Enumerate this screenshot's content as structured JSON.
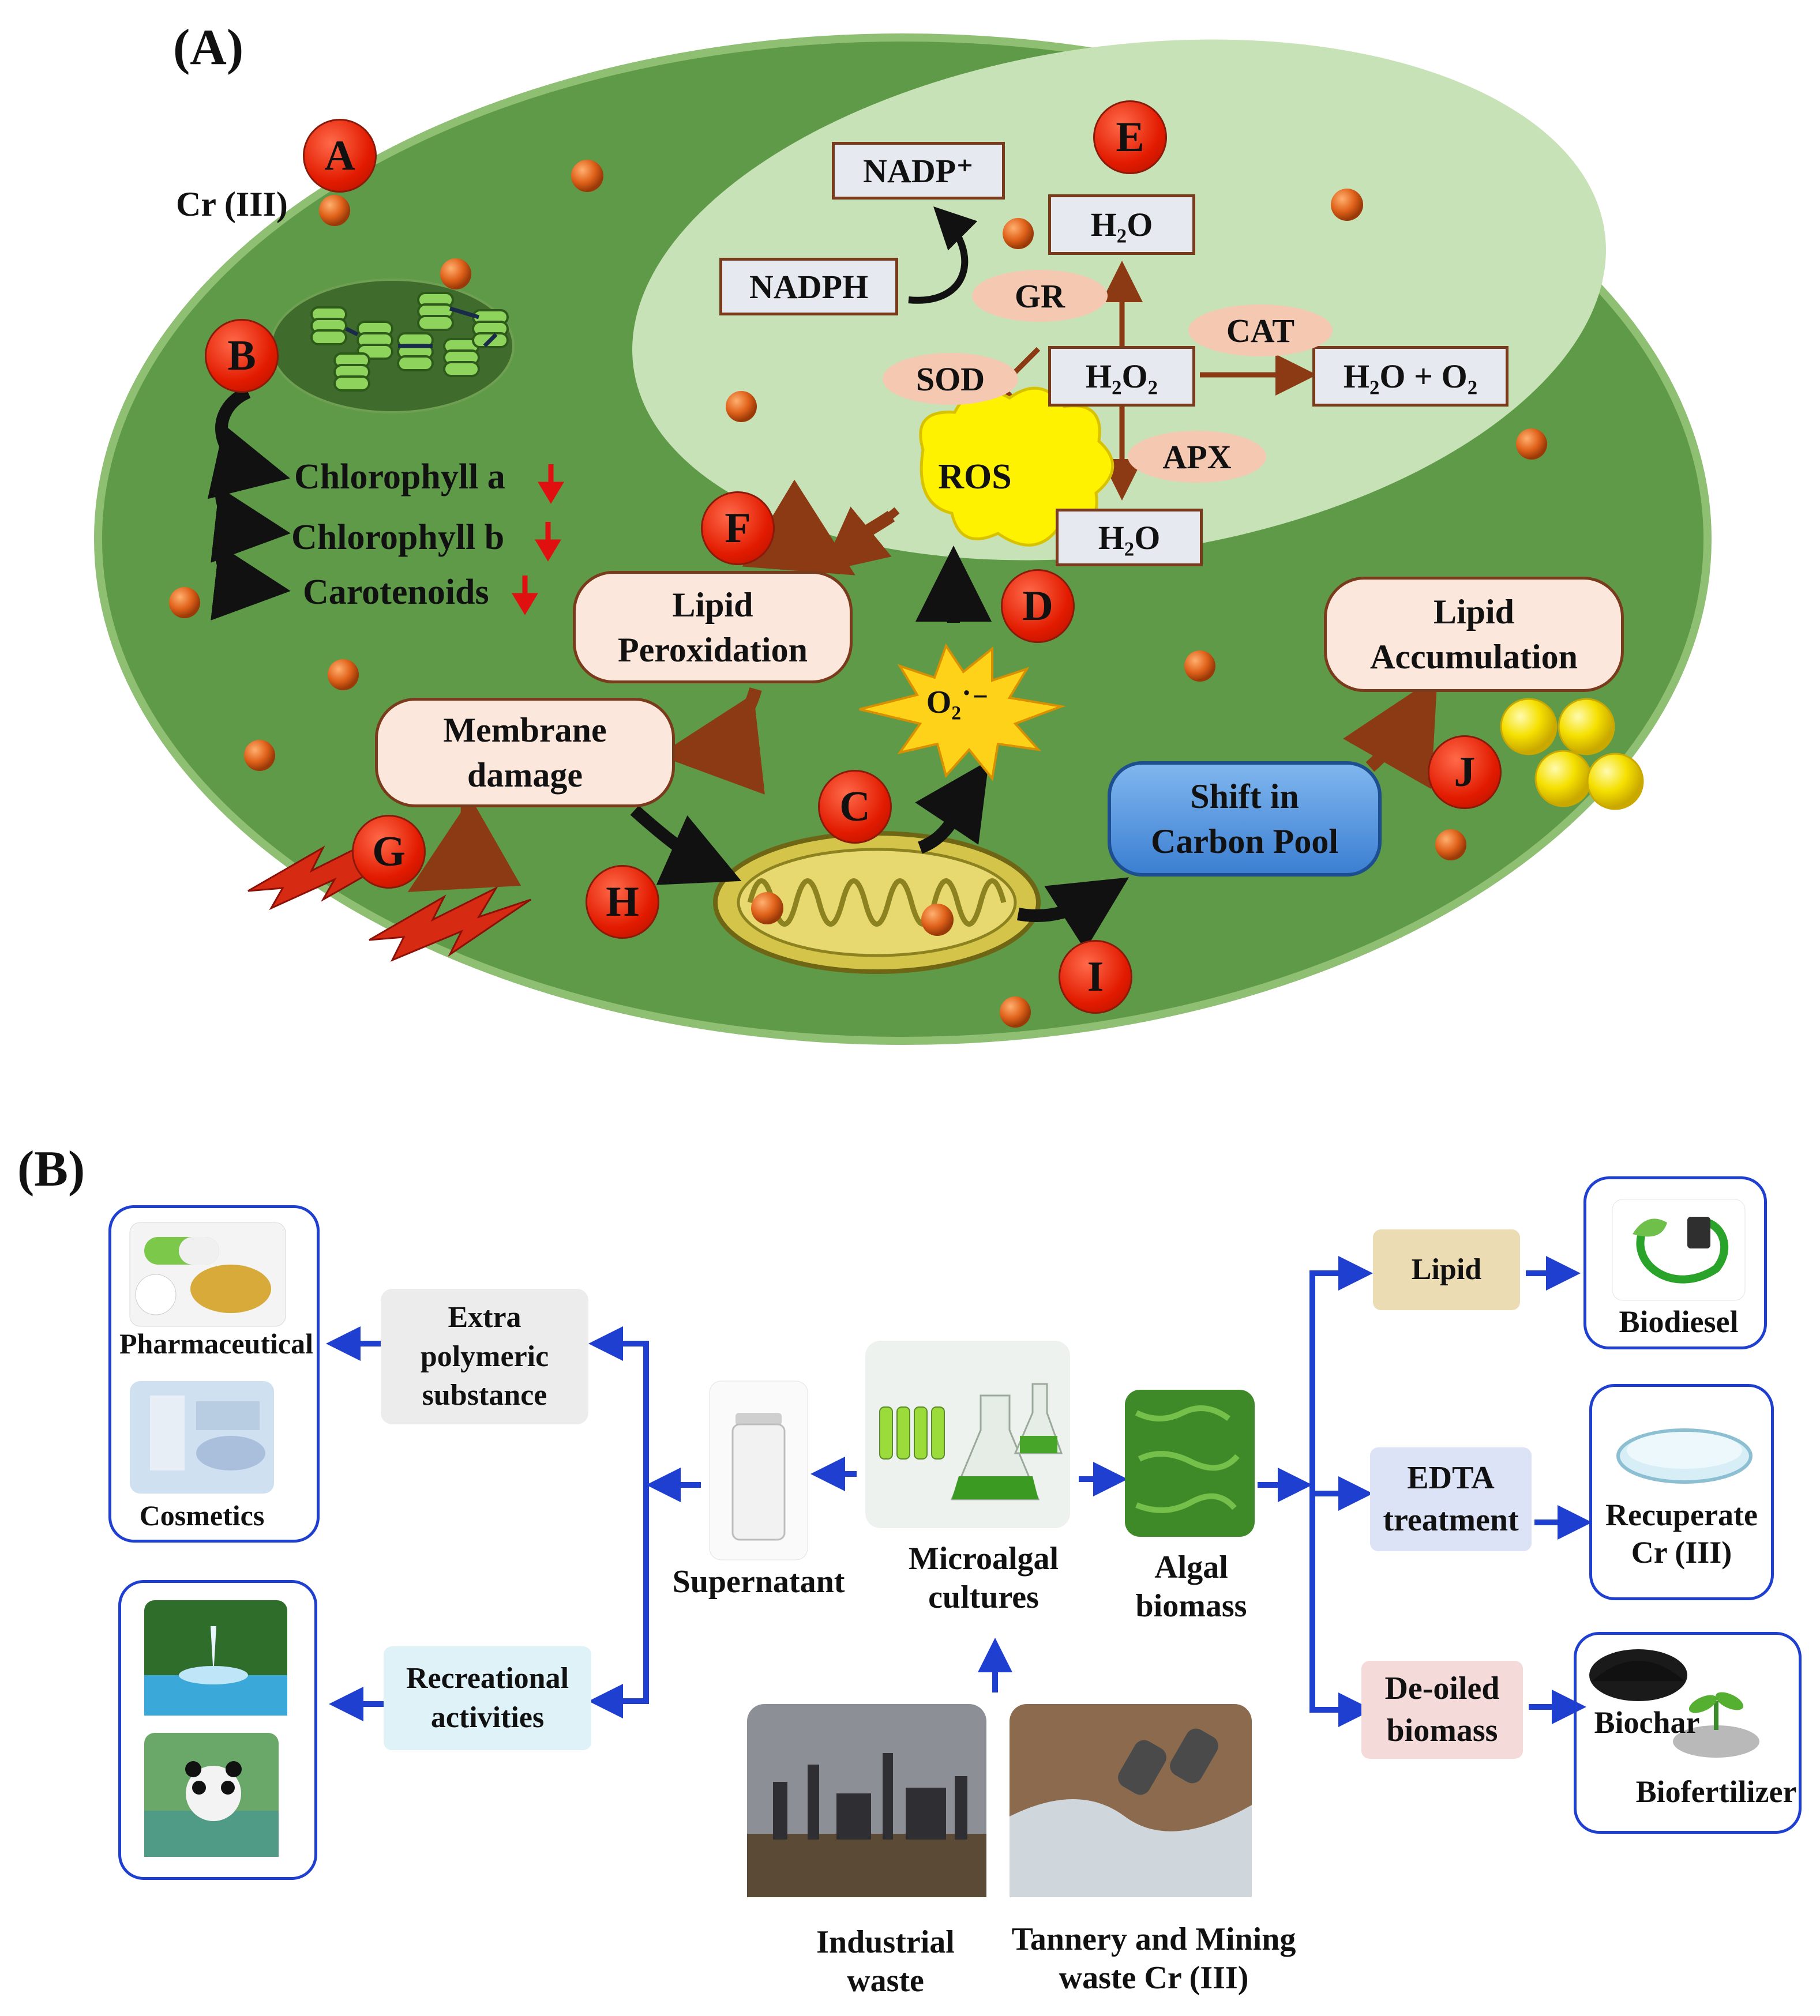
{
  "panel_a": {
    "label": "(A)",
    "badges": [
      "A",
      "B",
      "C",
      "D",
      "E",
      "F",
      "G",
      "H",
      "I",
      "J"
    ],
    "cr_label": "Cr (III)",
    "pigments": [
      "Chlorophyll a",
      "Chlorophyll b",
      "Carotenoids"
    ],
    "nadp": "NADP⁺",
    "nadph": "NADPH",
    "h2o": "H₂O",
    "h2o2": "H₂O₂",
    "h2o_o2": "H₂O + O₂",
    "enzymes": {
      "gr": "GR",
      "cat": "CAT",
      "sod": "SOD",
      "apx": "APX"
    },
    "ros": "ROS",
    "superoxide": "O₂˙⁻",
    "lipid_peroxidation": "Lipid Peroxidation",
    "membrane_damage": "Membrane damage",
    "shift_carbon": "Shift in Carbon Pool",
    "lipid_accumulation": "Lipid Accumulation"
  },
  "panel_b": {
    "label": "(B)",
    "pharmaceutical": "Pharmaceutical",
    "cosmetics": "Cosmetics",
    "eps": "Extra polymeric substance",
    "recreational": "Recreational activities",
    "supernatant": "Supernatant",
    "microalgal": "Microalgal cultures",
    "algal_biomass": "Algal biomass",
    "industrial": "Industrial waste",
    "tannery": "Tannery and Mining waste Cr (III)",
    "lipid": "Lipid",
    "biodiesel": "Biodiesel",
    "edta": "EDTA treatment",
    "recuperate": "Recuperate Cr (III)",
    "deoiled": "De-oiled biomass",
    "biochar": "Biochar",
    "biofertilizer": "Biofertilizer"
  },
  "colors": {
    "cell_green": "#5e9a48",
    "chloroplast_light": "#c7e2b6",
    "arrow_brown": "#8b3a13",
    "arrow_blue": "#1f3fd0",
    "badge_red": "#e21b00",
    "box_border": "#7a3b1c"
  }
}
